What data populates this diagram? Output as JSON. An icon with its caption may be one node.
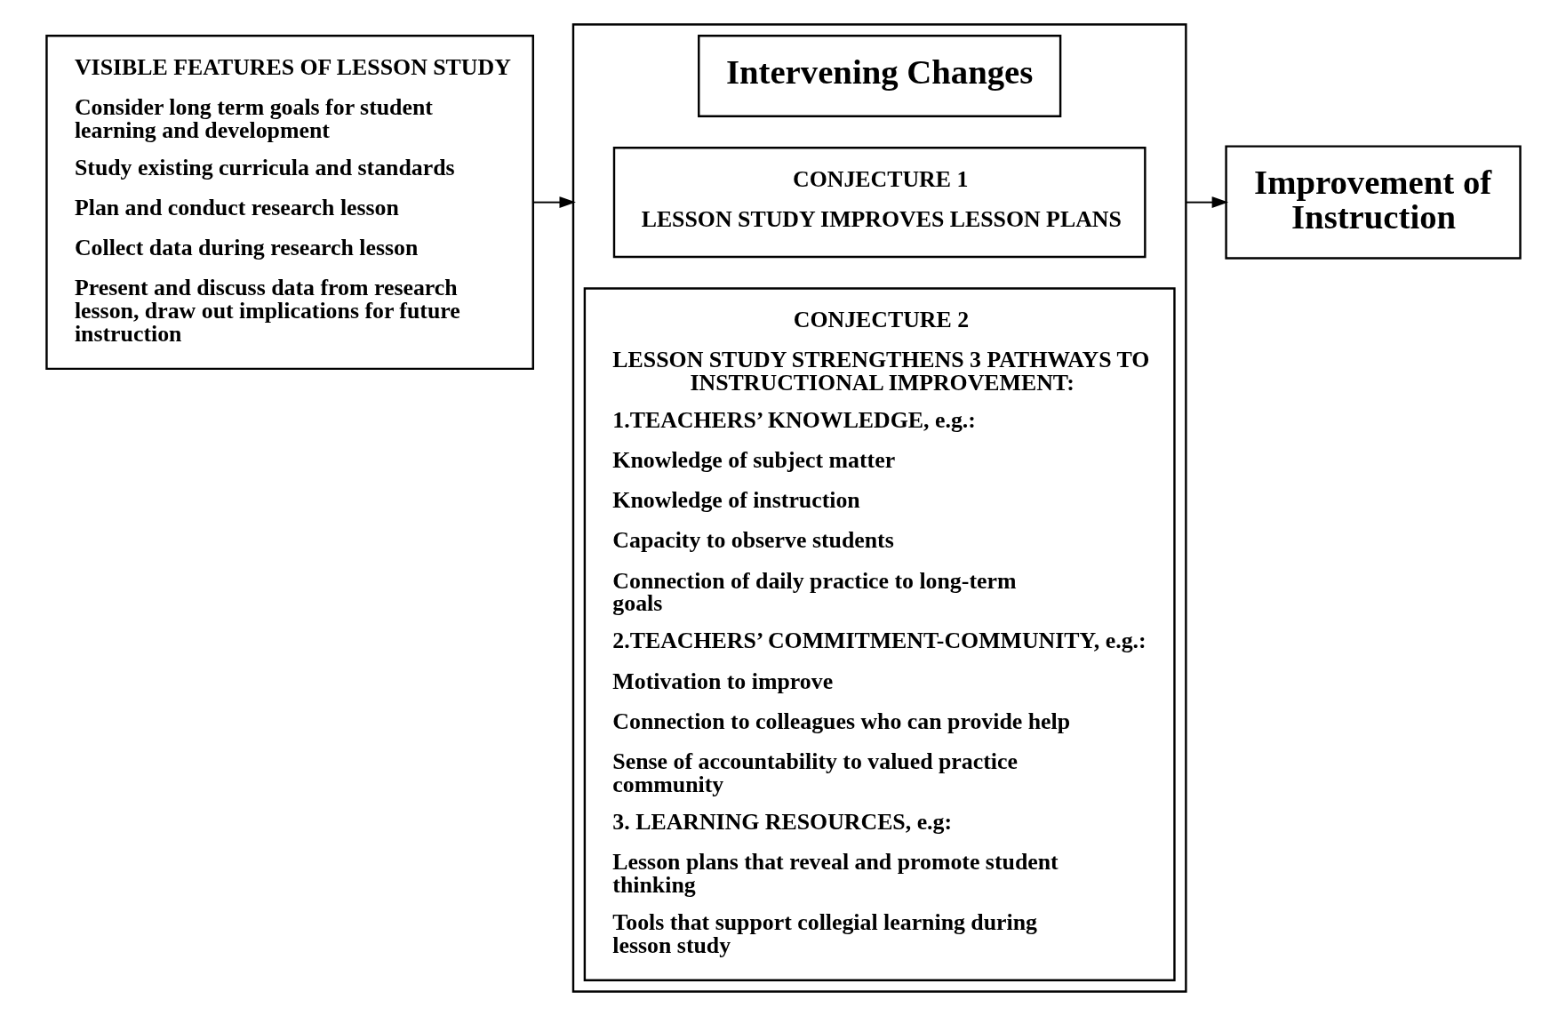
{
  "diagram": {
    "nodes": [
      {
        "text": [
          "VISIBLE FEATURES OF LESSON STUDY",
          "Consider long term goals for student learning and development",
          "Study existing curricula and standards",
          "Plan and conduct research lesson",
          "Collect data during research lesson",
          "Present and discuss data from research lesson, draw out implications for future instruction"
        ]
      },
      {
        "text": [],
        "shape": "box"
      },
      {
        "text": [
          "Intervening Changes"
        ],
        "in": 1
      },
      {
        "text": [
          "CONJECTURE 1",
          "LESSON STUDY IMPROVES LESSON PLANS"
        ],
        "in": 1
      },
      {
        "text": [
          "CONJECTURE 2",
          "LESSON STUDY STRENGTHENS 3 PATHWAYS TO INSTRUCTIONAL IMPROVEMENT:",
          "1.TEACHERS’ KNOWLEDGE, e.g.:",
          "Knowledge of subject matter",
          "Knowledge of instruction",
          "Capacity to observe students",
          "Connection of daily practice to long-term goals",
          "2.TEACHERS’ COMMITMENT-COMMUNITY, e.g.:",
          "Motivation to improve",
          "Connection to colleagues who can provide help",
          "Sense of accountability to valued practice community",
          "3. LEARNING RESOURCES, e.g:",
          "Lesson plans that reveal and promote student thinking",
          "Tools that support collegial learning during lesson study"
        ],
        "in": 1
      },
      {
        "text": [
          "Improvement of Instruction"
        ]
      }
    ],
    "edges": [
      {
        "from": 0,
        "to": 1,
        "arrow": "to"
      },
      {
        "from": 1,
        "to": 5,
        "arrow": "to"
      }
    ]
  }
}
